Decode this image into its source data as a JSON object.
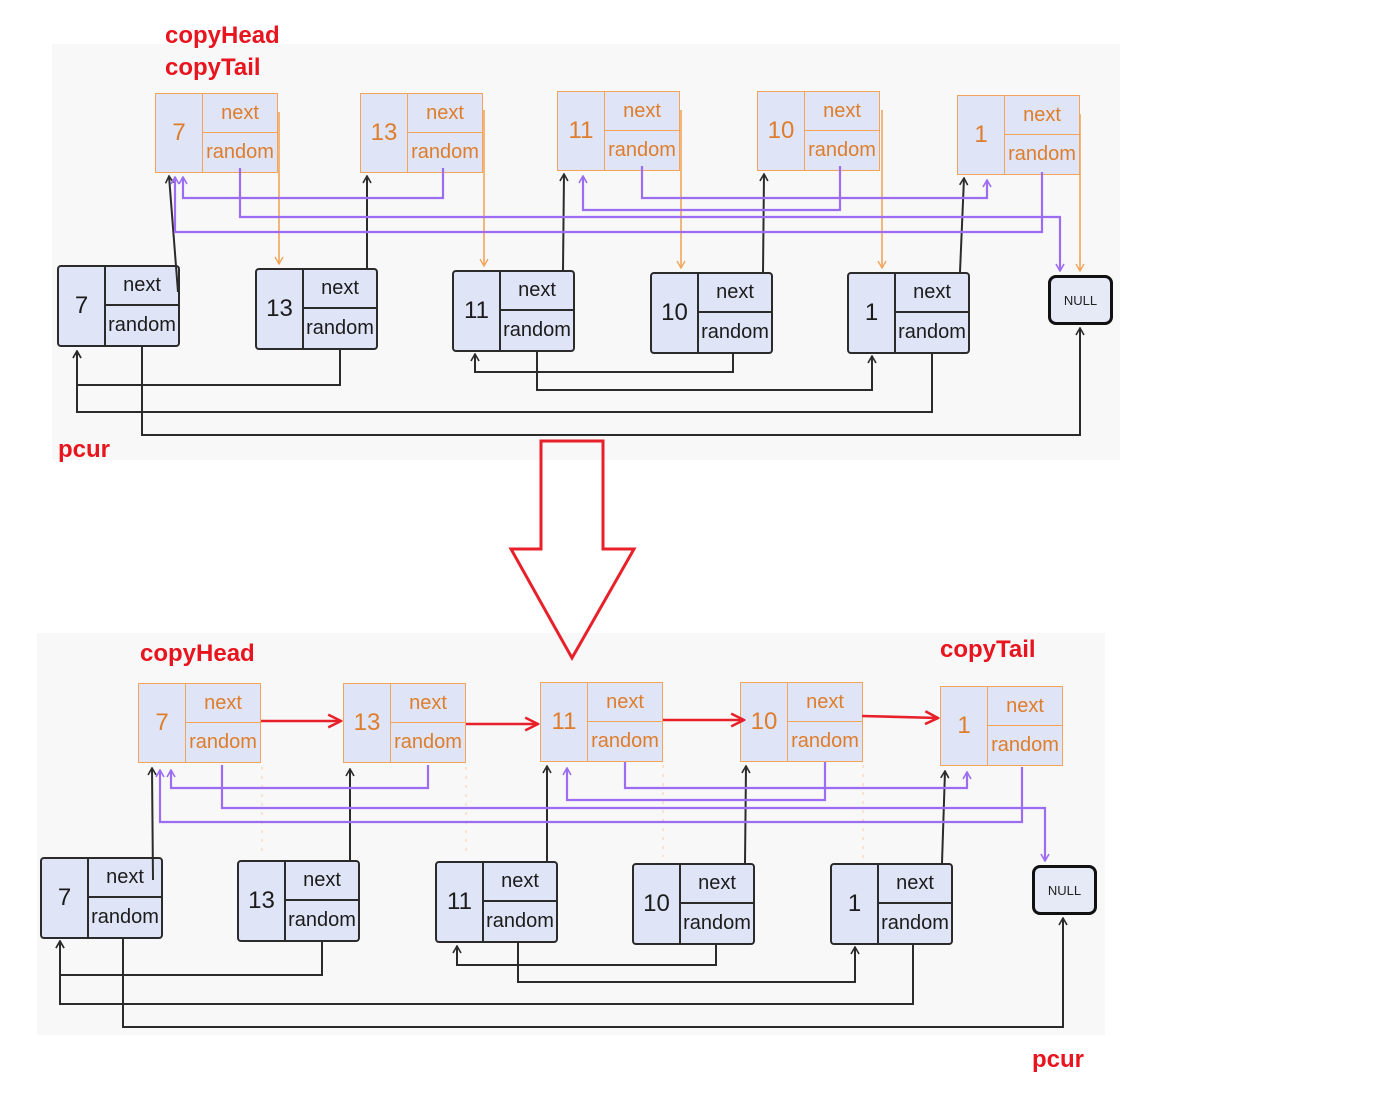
{
  "colors": {
    "label_red": "#e8141e",
    "node_fill": "#dfe4f6",
    "original_border": "#2b2b2b",
    "copy_border": "#f2a55a",
    "copy_text": "#de7d2c",
    "next_link_orange": "#f2a55a",
    "random_link_purple": "#9c6df2",
    "red_arrow": "#e8202a"
  },
  "fields": {
    "next": "next",
    "random": "random"
  },
  "null_label": "NULL",
  "before": {
    "copy_head_label": "copyHead",
    "copy_tail_label": "copyTail",
    "pcur_label": "pcur",
    "copy_list": [
      "7",
      "13",
      "11",
      "10",
      "1"
    ],
    "original_list": [
      "7",
      "13",
      "11",
      "10",
      "1"
    ]
  },
  "after": {
    "copy_head_label": "copyHead",
    "copy_tail_label": "copyTail",
    "pcur_label": "pcur",
    "copy_list": [
      "7",
      "13",
      "11",
      "10",
      "1"
    ],
    "original_list": [
      "7",
      "13",
      "11",
      "10",
      "1"
    ]
  }
}
